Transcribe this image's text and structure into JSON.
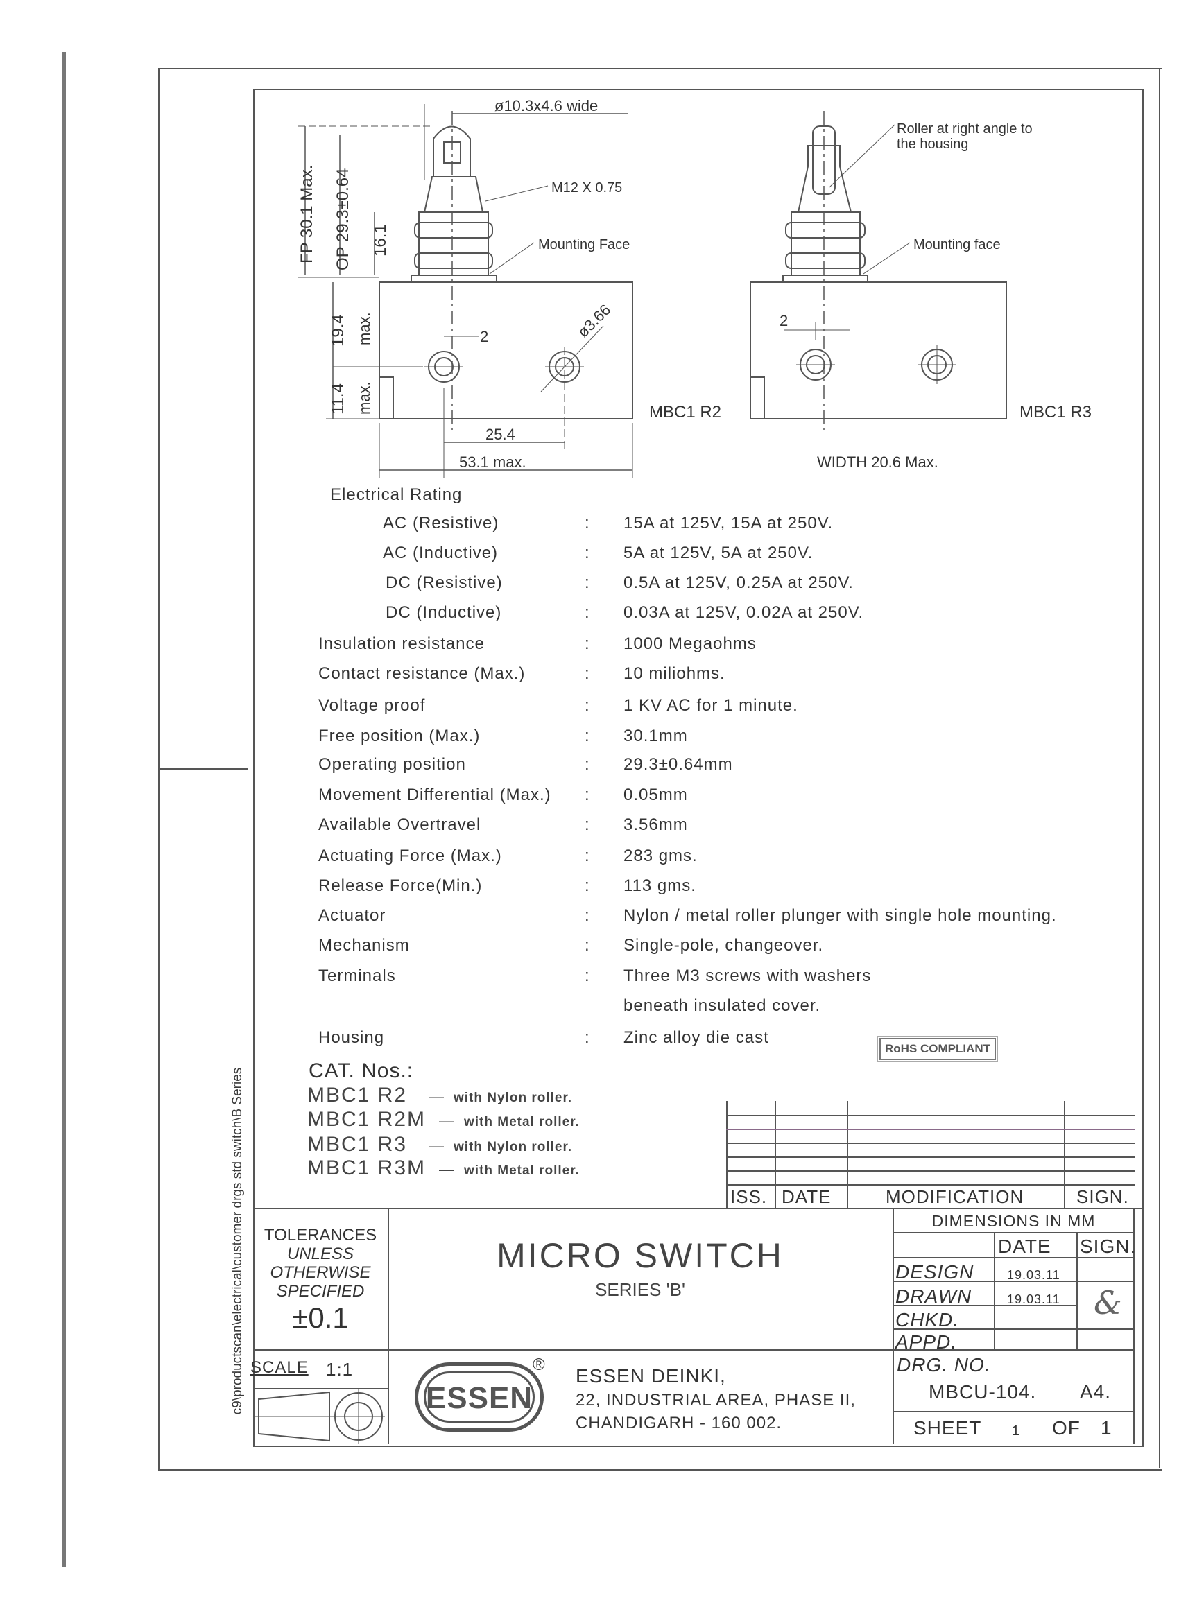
{
  "drawing": {
    "left_view": {
      "roller_dim": "ø10.3x4.6 wide",
      "thread": "M12 X 0.75",
      "mounting_face": "Mounting Face",
      "fp": "FP 30.1 Max.",
      "op": "OP 29.3±0.64",
      "barrel": "16.1",
      "height_top": "19.4",
      "height_top_max": "max.",
      "height_bottom": "11.4",
      "height_bottom_max": "max.",
      "offset": "2",
      "hole_dia": "ø3.66",
      "hole_spacing": "25.4",
      "length": "53.1 max.",
      "label": "MBC1 R2"
    },
    "right_view": {
      "roller_note_1": "Roller at right angle to",
      "roller_note_2": "the housing",
      "mounting_face": "Mounting face",
      "offset": "2",
      "label": "MBC1 R3",
      "width": "WIDTH 20.6 Max."
    }
  },
  "specs": {
    "electrical_heading": "Electrical Rating",
    "rows": [
      {
        "label": "AC (Resistive)",
        "value": "15A at 125V, 15A at 250V."
      },
      {
        "label": "AC (Inductive)",
        "value": "5A at 125V, 5A at 250V."
      },
      {
        "label": "DC (Resistive)",
        "value": "0.5A at 125V, 0.25A at 250V."
      },
      {
        "label": "DC (Inductive)",
        "value": "0.03A at 125V, 0.02A at 250V."
      },
      {
        "label": "Insulation resistance",
        "value": "1000 Megaohms"
      },
      {
        "label": "Contact resistance (Max.)",
        "value": "10 miliohms."
      },
      {
        "label": "Voltage proof",
        "value": "1 KV AC for 1 minute."
      },
      {
        "label": "Free position (Max.)",
        "value": "30.1mm"
      },
      {
        "label": "Operating position",
        "value": "29.3±0.64mm"
      },
      {
        "label": "Movement Differential (Max.)",
        "value": "0.05mm"
      },
      {
        "label": "Available Overtravel",
        "value": "3.56mm"
      },
      {
        "label": "Actuating Force (Max.)",
        "value": "283 gms."
      },
      {
        "label": "Release Force(Min.)",
        "value": "113 gms."
      },
      {
        "label": "Actuator",
        "value": "Nylon / metal roller plunger with single hole mounting."
      },
      {
        "label": "Mechanism",
        "value": "Single-pole, changeover."
      },
      {
        "label": "Terminals",
        "value": "Three M3 screws with washers"
      },
      {
        "label": "",
        "value": "beneath insulated cover."
      },
      {
        "label": "Housing",
        "value": "Zinc alloy die cast"
      }
    ],
    "colon": ":",
    "rohs": "RoHS COMPLIANT"
  },
  "catalog": {
    "heading": "CAT. Nos.:",
    "items": [
      {
        "code": "MBC1 R2",
        "desc": "with Nylon roller."
      },
      {
        "code": "MBC1 R2M",
        "desc": "with Metal roller."
      },
      {
        "code": "MBC1 R3",
        "desc": "with Nylon roller."
      },
      {
        "code": "MBC1 R3M",
        "desc": "with Metal roller."
      }
    ],
    "dash": "—"
  },
  "revision_table": {
    "headers": [
      "ISS.",
      "DATE",
      "MODIFICATION",
      "SIGN."
    ]
  },
  "title_block": {
    "tolerances": [
      "TOLERANCES",
      "UNLESS",
      "OTHERWISE",
      "SPECIFIED"
    ],
    "tolerance_value": "±0.1",
    "scale_label": "SCALE",
    "scale_value": "1:1",
    "title": "MICRO SWITCH",
    "subtitle": "SERIES 'B'",
    "logo_text": "ESSEN",
    "registered": "®",
    "company": "ESSEN DEINKI,",
    "address_1": "22, INDUSTRIAL AREA, PHASE II,",
    "address_2": "CHANDIGARH - 160 002.",
    "dimensions_note": "DIMENSIONS IN MM",
    "date_header": "DATE",
    "sign_header": "SIGN.",
    "approvals": [
      {
        "role": "DESIGN",
        "date": "19.03.11"
      },
      {
        "role": "DRAWN",
        "date": "19.03.11"
      },
      {
        "role": "CHKD.",
        "date": ""
      },
      {
        "role": "APPD.",
        "date": ""
      }
    ],
    "drg_no_label": "DRG. NO.",
    "drg_no": "MBCU-104.",
    "paper_size": "A4.",
    "sheet_label": "SHEET",
    "sheet_num": "1",
    "of_label": "OF",
    "sheet_total": "1"
  },
  "file_path": "c9\\productscan\\electrical\\customer drgs std switch\\B Series"
}
